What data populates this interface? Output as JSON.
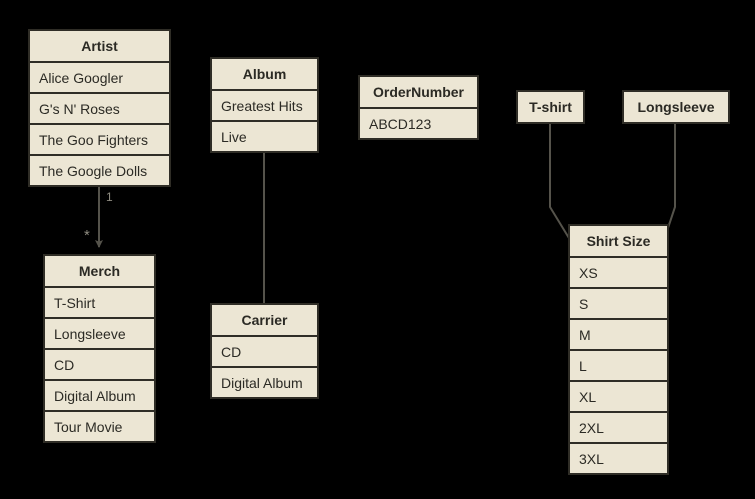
{
  "diagram": {
    "type": "entity-relationship-diagram",
    "background_color": "#000000",
    "box_fill_color": "#ede7d5",
    "box_border_color": "#2f2d26",
    "edge_color": "#55534b",
    "entities": [
      {
        "id": "artist",
        "title": "Artist",
        "rows": [
          "Alice Googler",
          "G's N' Roses",
          "The Goo Fighters",
          "The Google Dolls"
        ]
      },
      {
        "id": "merch",
        "title": "Merch",
        "rows": [
          "T-Shirt",
          "Longsleeve",
          "CD",
          "Digital Album",
          "Tour Movie"
        ]
      },
      {
        "id": "album",
        "title": "Album",
        "rows": [
          "Greatest Hits",
          "Live"
        ]
      },
      {
        "id": "carrier",
        "title": "Carrier",
        "rows": [
          "CD",
          "Digital Album"
        ]
      },
      {
        "id": "ordernumber",
        "title": "OrderNumber",
        "rows": [
          "ABCD123"
        ]
      },
      {
        "id": "tshirt",
        "title": "T-shirt",
        "rows": []
      },
      {
        "id": "longsleeve",
        "title": "Longsleeve",
        "rows": []
      },
      {
        "id": "shirtsize",
        "title": "Shirt Size",
        "rows": [
          "XS",
          "S",
          "M",
          "L",
          "XL",
          "2XL",
          "3XL"
        ]
      }
    ],
    "relationships": [
      {
        "id": "artist-merch",
        "from": "artist",
        "to": "merch",
        "source_cardinality": "1",
        "target_cardinality": "*",
        "arrow": "filled"
      },
      {
        "id": "album-carrier",
        "from": "album",
        "to": "carrier",
        "source_cardinality": "",
        "target_cardinality": "",
        "arrow": "none"
      },
      {
        "id": "tshirt-shirtsize",
        "from": "tshirt",
        "to": "shirtsize",
        "source_cardinality": "",
        "target_cardinality": "",
        "arrow": "none"
      },
      {
        "id": "longsleeve-shirtsize",
        "from": "longsleeve",
        "to": "shirtsize",
        "source_cardinality": "",
        "target_cardinality": "",
        "arrow": "none"
      }
    ]
  }
}
